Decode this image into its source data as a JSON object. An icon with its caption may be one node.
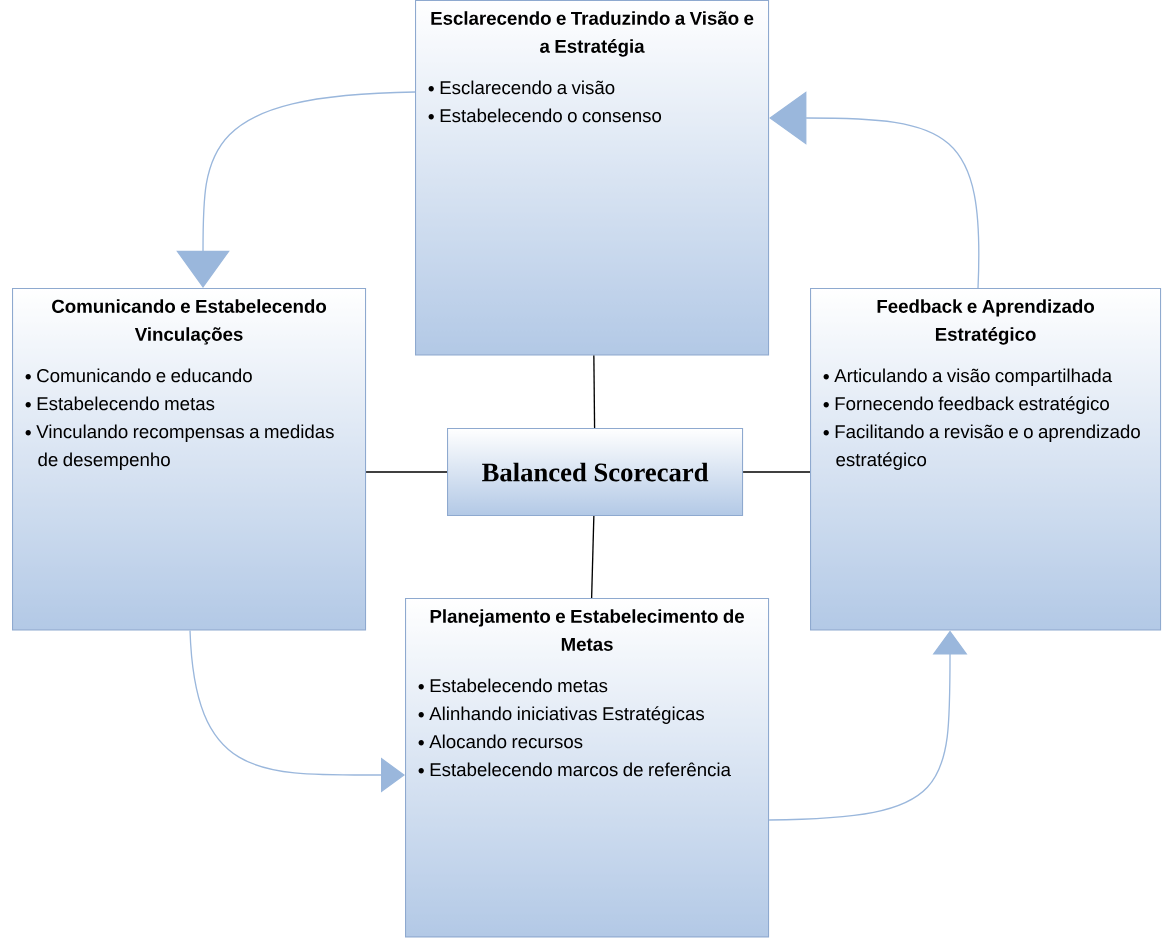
{
  "diagram": {
    "nodes": [
      {
        "text": [
          "Esclarecendo e Traduzindo a Visão e a Estratégia",
          "Esclarecendo a visão",
          "Estabelecendo o consenso"
        ]
      },
      {
        "text": [
          "Comunicando e Estabelecendo Vinculações",
          "Comunicando e educando",
          "Estabelecendo metas",
          "Vinculando recompensas a medidas de desempenho"
        ]
      },
      {
        "text": [
          "Balanced Scorecard"
        ]
      },
      {
        "text": [
          "Feedback e Aprendizado Estratégico",
          "Articulando a visão compartilhada",
          "Fornecendo feedback estratégico",
          "Facilitando a revisão e o aprendizado estratégico"
        ]
      },
      {
        "text": [
          "Planejamento e Estabelecimento de Metas",
          "Estabelecendo metas",
          "Alinhando iniciativas Estratégicas",
          "Alocando recursos",
          "Estabelecendo marcos de referência"
        ]
      }
    ],
    "edges": [
      {
        "from": 2,
        "to": 0,
        "arrow": "none"
      },
      {
        "from": 2,
        "to": 1,
        "arrow": "none"
      },
      {
        "from": 2,
        "to": 3,
        "arrow": "none"
      },
      {
        "from": 2,
        "to": 4,
        "arrow": "none"
      },
      {
        "from": 3,
        "to": 0,
        "arrow": "to",
        "color": "#9ab7dc"
      },
      {
        "from": 0,
        "to": 1,
        "arrow": "to",
        "color": "#9ab7dc"
      },
      {
        "from": 1,
        "to": 4,
        "arrow": "to",
        "color": "#9ab7dc"
      },
      {
        "from": 4,
        "to": 3,
        "arrow": "to",
        "color": "#9ab7dc"
      }
    ]
  }
}
